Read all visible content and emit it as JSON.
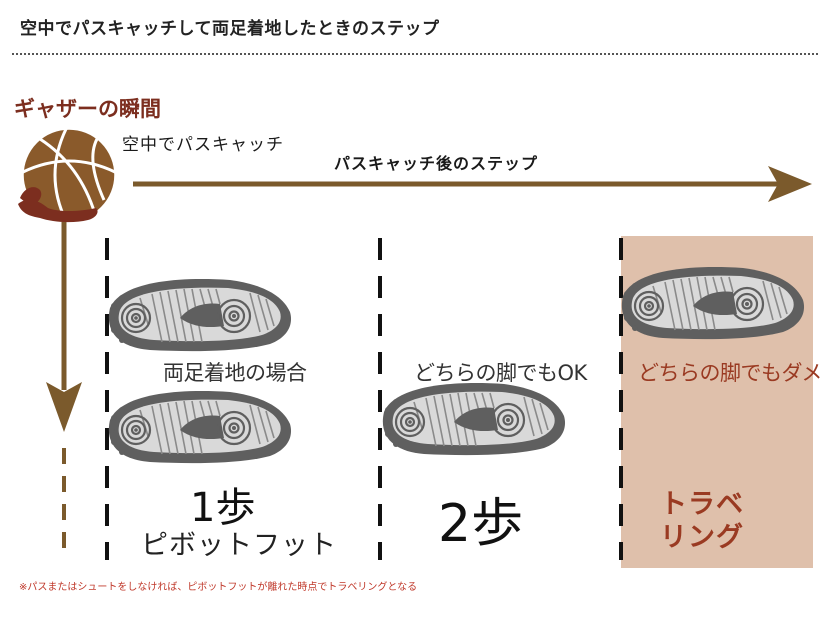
{
  "title": "空中でパスキャッチして両足着地したときのステップ",
  "gather_moment": "ギャザーの瞬間",
  "catch_label": "空中でパスキャッチ",
  "steps_after_catch": "パスキャッチ後のステップ",
  "both_feet_label": "両足着地の場合",
  "either_foot_ok": "どちらの脚でもOK",
  "either_foot_ng": "どちらの脚でもダメ",
  "step1": "1歩",
  "pivot_foot": "ピボットフット",
  "step2": "2歩",
  "traveling_line1": "トラベ",
  "traveling_line2": "リング",
  "footnote": "※パスまたはシュートをしなければ、ピボットフットが離れた時点でトラベリングとなる",
  "colors": {
    "arrow": "#7b5a2c",
    "ball": "#8a5a2b",
    "hand": "#7c2e1f",
    "ng_zone": "#dfc0ab",
    "ng_text": "#9a3a22",
    "shoe_sole": "#5f5f5f"
  },
  "icons": {
    "ball": "basketball-icon",
    "hand": "hand-icon",
    "shoe": "shoe-sole-icon"
  }
}
